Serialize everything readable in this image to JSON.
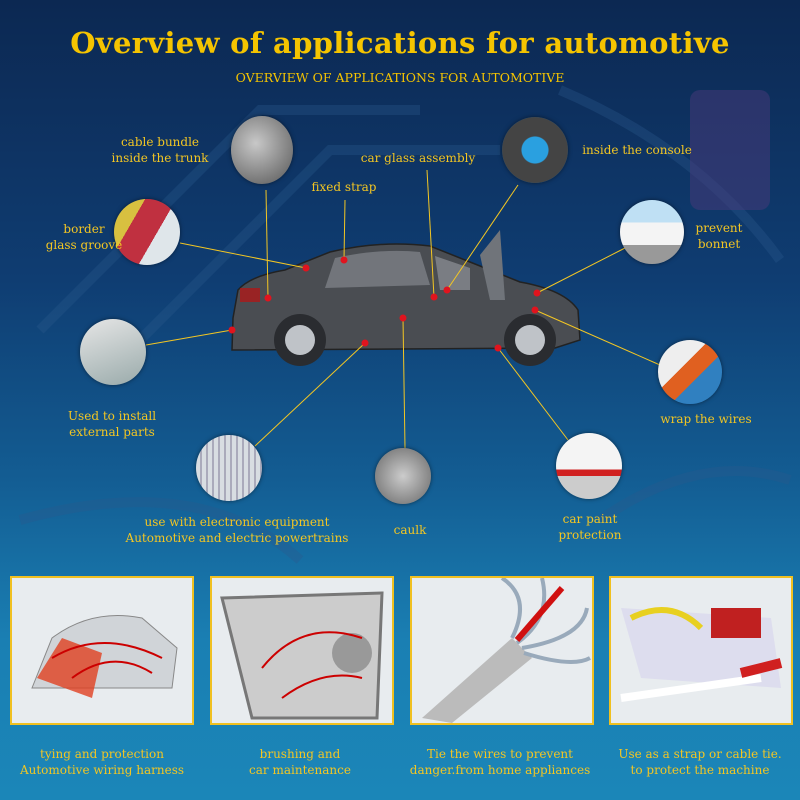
{
  "header": {
    "title": "Overview of applications for automotive",
    "subtitle": "OVERVIEW OF APPLICATIONS FOR AUTOMOTIVE"
  },
  "callouts": {
    "cable_bundle": [
      "cable bundle",
      "inside the trunk"
    ],
    "car_glass": "car glass assembly",
    "console": "inside the console",
    "fixed_strap": "fixed strap",
    "border_glass": [
      "border",
      "glass groove"
    ],
    "bonnet": [
      "prevent",
      "bonnet"
    ],
    "external": [
      "Used to install",
      "external parts"
    ],
    "wrap": "wrap the wires",
    "electronic": [
      "use with electronic equipment",
      "Automotive and electric powertrains"
    ],
    "caulk": "caulk",
    "paint": [
      "car paint",
      "protection"
    ]
  },
  "panels": [
    {
      "lines": [
        "tying and protection",
        "Automotive wiring harness"
      ]
    },
    {
      "lines": [
        "brushing and",
        "car maintenance"
      ]
    },
    {
      "lines": [
        "Tie the wires to prevent",
        "danger.from home appliances"
      ]
    },
    {
      "lines": [
        "Use as a strap or cable tie.",
        "to protect the machine"
      ]
    }
  ],
  "colors": {
    "accent": "#f3c623",
    "marker": "#e0141e"
  }
}
